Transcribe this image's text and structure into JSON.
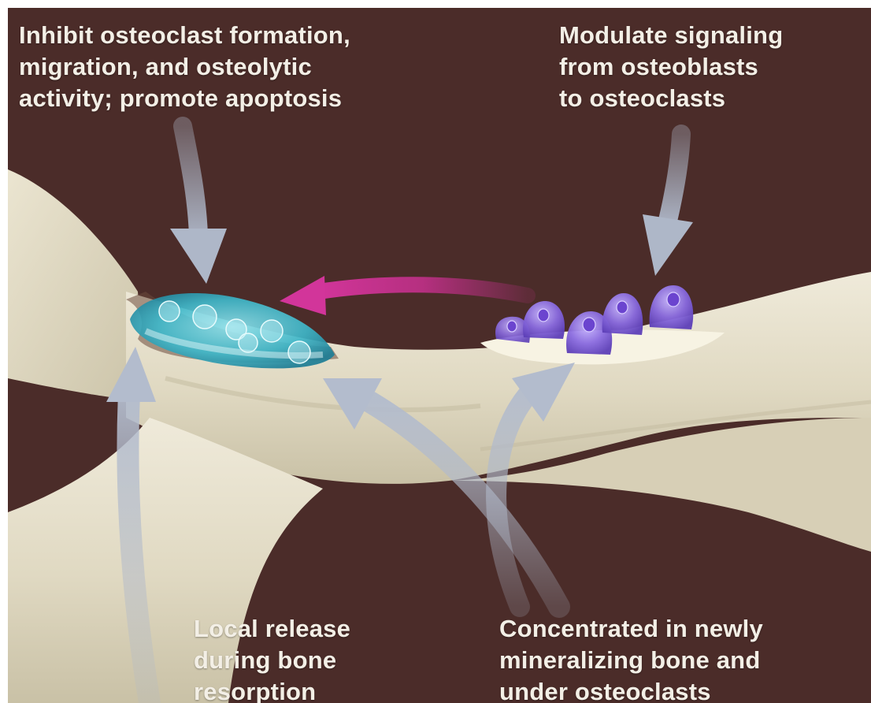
{
  "labels": {
    "top_left": [
      "Inhibit osteoclast formation,",
      "migration, and osteolytic",
      "activity; promote apoptosis"
    ],
    "top_right": [
      "Modulate signaling",
      "from osteoblasts",
      "to osteoclasts"
    ],
    "bottom_left": [
      "Local release",
      "during bone",
      "resorption"
    ],
    "bottom_right": [
      "Concentrated in newly",
      "mineralizing bone and",
      "under osteoclasts"
    ]
  },
  "colors": {
    "background": "#4b2c29",
    "bone": "#e2dcc4",
    "osteoclast": "#3fb7c9",
    "osteoblast": "#8a6be0",
    "signal_arrow": "#c8308f",
    "grey_arrow": "#aeb7c8",
    "text": "#f3efe6"
  }
}
